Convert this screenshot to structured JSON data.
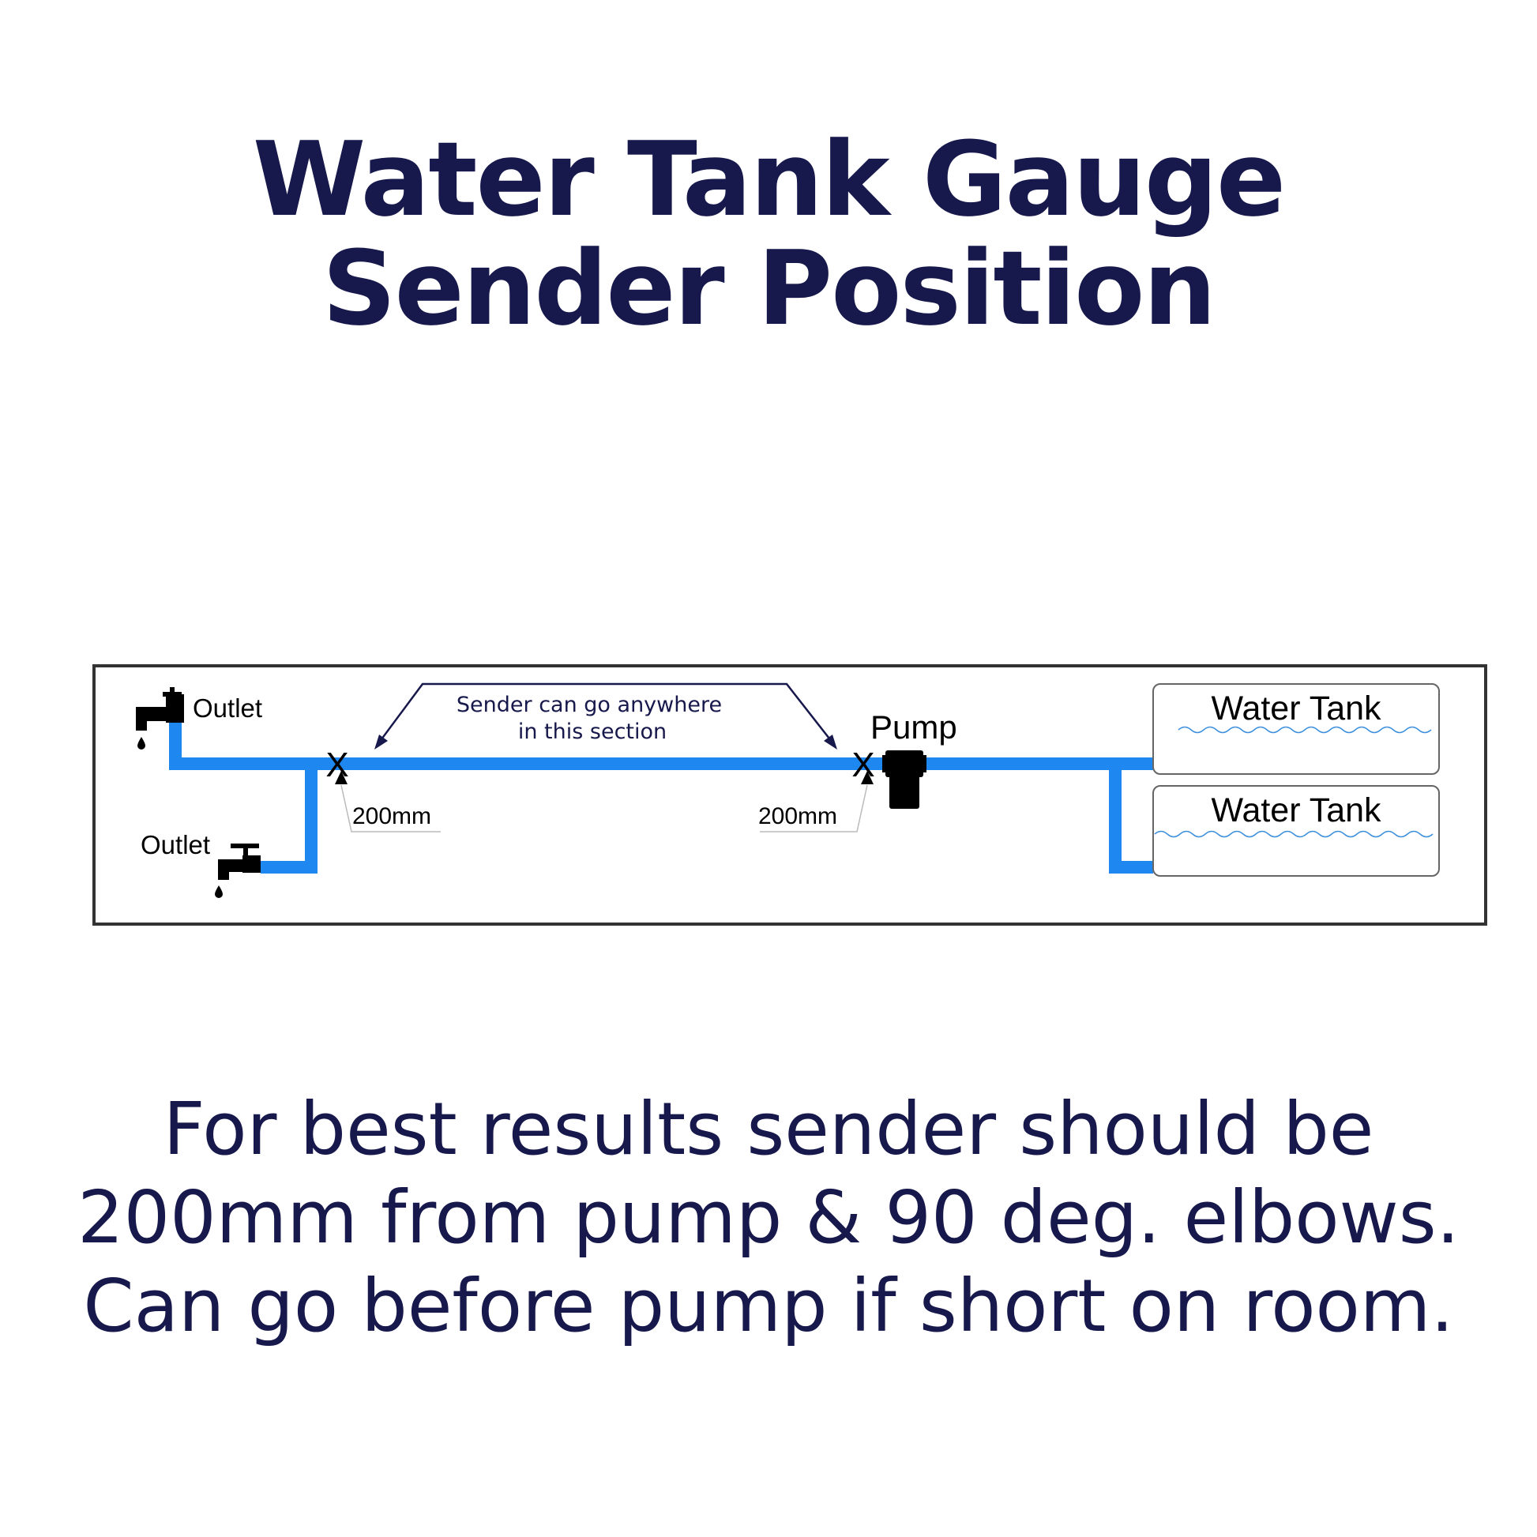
{
  "title": {
    "line1": "Water Tank Gauge",
    "line2": "Sender Position"
  },
  "diagram": {
    "outlet_top_label": "Outlet",
    "outlet_bottom_label": "Outlet",
    "section_note_line1": "Sender can go anywhere",
    "section_note_line2": "in this section",
    "pump_label": "Pump",
    "distance_left": "200mm",
    "distance_right": "200mm",
    "sender_mark_left": "X",
    "sender_mark_right": "X",
    "tank_top_label": "Water Tank",
    "tank_bottom_label": "Water Tank",
    "colors": {
      "pipe": "#1e88f0",
      "title_text": "#17184b",
      "annotation": "#17184b",
      "frame": "#333333"
    }
  },
  "notes": {
    "line1": "For best results sender should be",
    "line2": "200mm from pump & 90 deg. elbows.",
    "line3": "Can go before pump if short on room."
  }
}
